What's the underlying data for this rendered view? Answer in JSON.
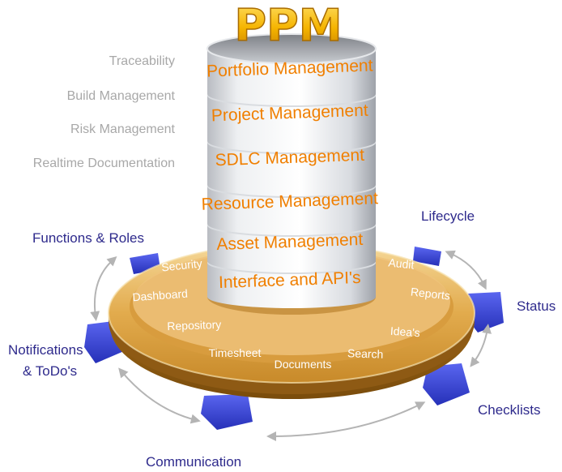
{
  "title": "PPM",
  "left_features": [
    "Traceability",
    "Build Management",
    "Risk Management",
    "Realtime Documentation"
  ],
  "layers": [
    "Portfolio Management",
    "Project Management",
    "SDLC Management",
    "Resource Management",
    "Asset Management",
    "Interface and API's"
  ],
  "platform_items": [
    "Security",
    "Dashboard",
    "Repository",
    "Timesheet",
    "Documents",
    "Search",
    "Idea's",
    "Reports",
    "Audit"
  ],
  "outer_labels": {
    "functions_roles": "Functions & Roles",
    "lifecycle": "Lifecycle",
    "status": "Status",
    "notifications_line1": "Notifications",
    "notifications_line2": "& ToDo's",
    "checklists": "Checklists",
    "communication": "Communication"
  },
  "colors": {
    "layer_text": "#f07f00",
    "title_fill": "#f5b400",
    "gold": "#d9a33a",
    "tab_blue": "#3a46d6",
    "outer_label": "#2e2a8c",
    "feature_gray": "#a8a8a8",
    "arrow_gray": "#b4b4b4"
  }
}
